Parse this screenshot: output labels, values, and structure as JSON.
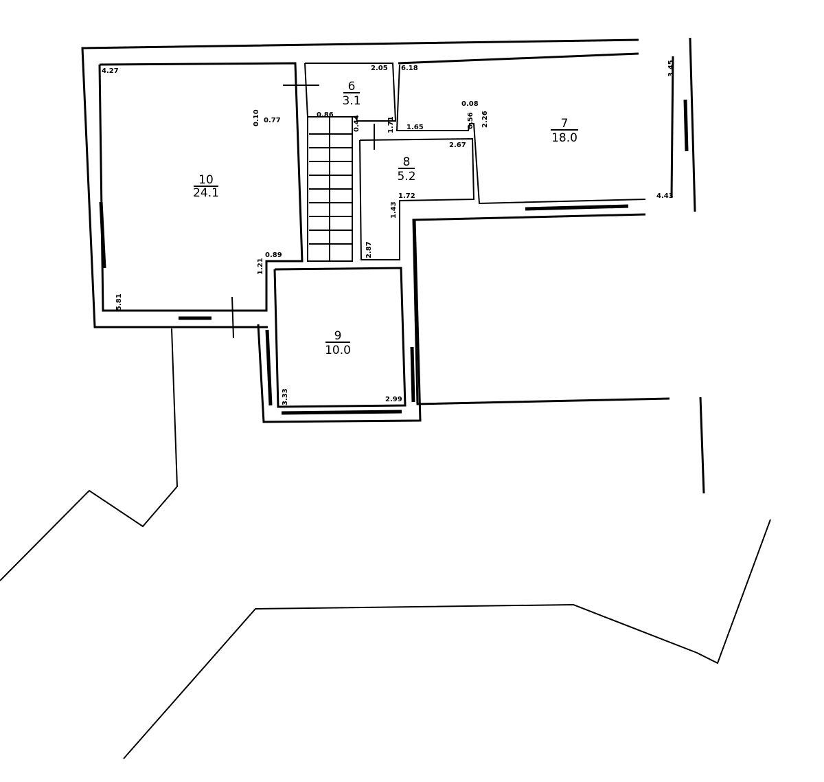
{
  "rooms": [
    {
      "number": "10",
      "area": "24.1"
    },
    {
      "number": "6",
      "area": "3.1"
    },
    {
      "number": "8",
      "area": "5.2"
    },
    {
      "number": "7",
      "area": "18.0"
    },
    {
      "number": "9",
      "area": "10.0"
    }
  ],
  "dimensions": {
    "r10_width": "4.27",
    "r10_height": "5.81",
    "r10_notch_a": "0.10",
    "r10_notch_b": "0.77",
    "r10_notch_c": "0.89",
    "r10_notch_d": "1.21",
    "r6_width": "2.05",
    "stair_width": "0.86",
    "r6_small": "0.44",
    "r6_height": "1.71",
    "r7_width": "6.18",
    "r7_a": "1.65",
    "r7_b": "0.08",
    "r7_c": "0.56",
    "r7_d": "2.26",
    "r7_e": "3.45",
    "r7_f": "4.43",
    "r8_width": "2.67",
    "r8_b": "1.72",
    "r8_c": "1.43",
    "r8_d": "2.87",
    "r9_height": "3.33",
    "r9_width": "2.99"
  }
}
